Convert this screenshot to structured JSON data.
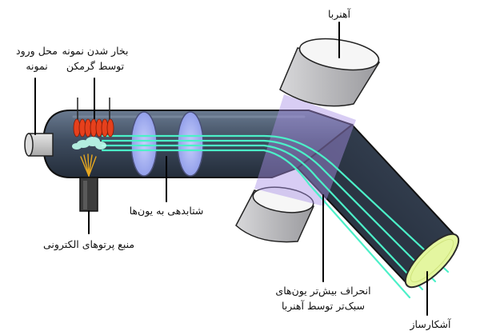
{
  "labels": {
    "sample_inlet": [
      "محل ورود",
      "نمونه"
    ],
    "heater": [
      "بخار شدن نمونه",
      "توسط گرمکن"
    ],
    "magnet": "آهنربا",
    "accelerator": "شتابدهی به یون‌ها",
    "electron_beam": "منبع پرتوهای الکترونی",
    "deflection": [
      "انحراف بیش‌تر یون‌های",
      "سبک‌تر توسط آهنربا"
    ],
    "detector": "آشکارساز"
  },
  "colors": {
    "tube": "#3c4a5c",
    "tube_dark": "#242e3c",
    "beam": "#4cf0c8",
    "magnet": "#c8c8ca",
    "magnet_face": "#f6f6f6",
    "magnetic_field": "#a890e6",
    "heater_coil": "#e6401c",
    "detector_screen": "#e4f6a0",
    "accel_plate": "#a8b4f4",
    "electron_gun": "#3c3c3c",
    "electrons": "#e8a820"
  }
}
